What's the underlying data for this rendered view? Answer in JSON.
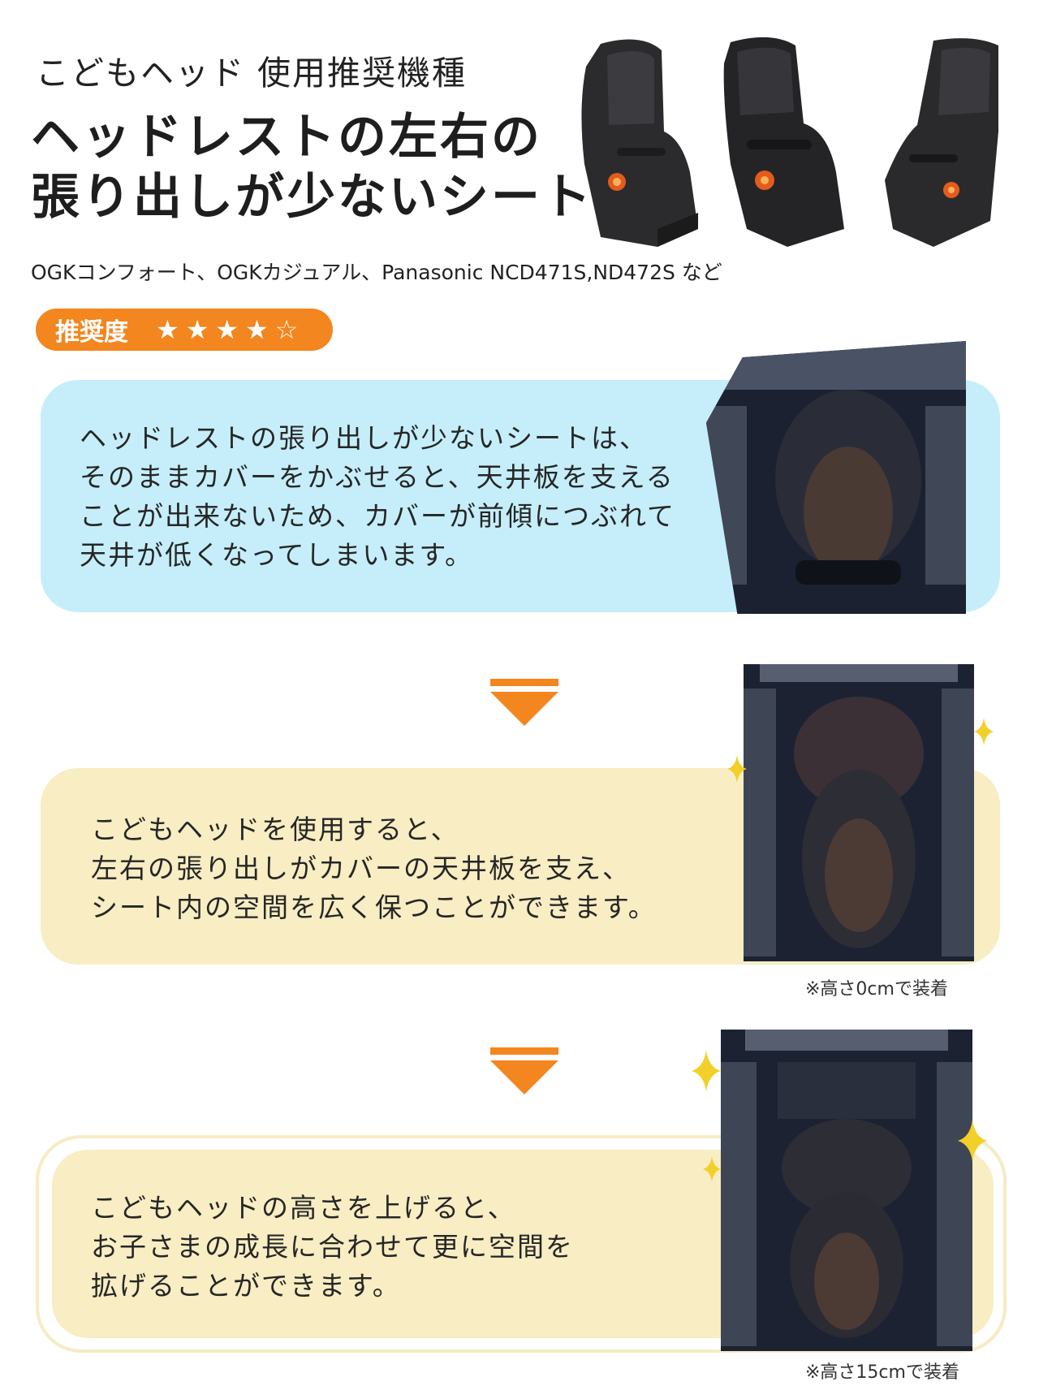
{
  "header": {
    "subtitle": "こどもヘッド 使用推奨機種",
    "headline_line1": "ヘッドレストの左右の",
    "headline_line2": "張り出しが少ないシート",
    "models": "OGKコンフォート、OGKカジュアル、Panasonic NCD471S,ND472S など"
  },
  "rating": {
    "label": "推奨度",
    "stars_text": "★★★★☆",
    "value": 4,
    "max": 5,
    "color": "#f3861f"
  },
  "panels": [
    {
      "lines": [
        "ヘッドレストの張り出しが少ないシートは、",
        "そのままカバーをかぶせると、天井板を支える",
        "ことが出来ないため、カバーが前傾につぶれて",
        "天井が低くなってしまいます。"
      ],
      "color": "#c5eefa"
    },
    {
      "lines": [
        "こどもヘッドを使用すると、",
        "左右の張り出しがカバーの天井板を支え、",
        "シート内の空間を広く保つことができます。"
      ],
      "note": "※高さ0cmで装着",
      "color": "#f8edc3"
    },
    {
      "lines": [
        "こどもヘッドの高さを上げると、",
        "お子さまの成長に合わせて更に空間を",
        "拡げることができます。"
      ],
      "note": "※高さ15cmで装着",
      "color": "#f8edc3"
    }
  ],
  "icons": {
    "arrow": "down-triangle-arrow-icon",
    "sparkle": "sparkle-icon",
    "arrow_color": "#f3861f",
    "sparkle_color": "#f3cf2a"
  }
}
